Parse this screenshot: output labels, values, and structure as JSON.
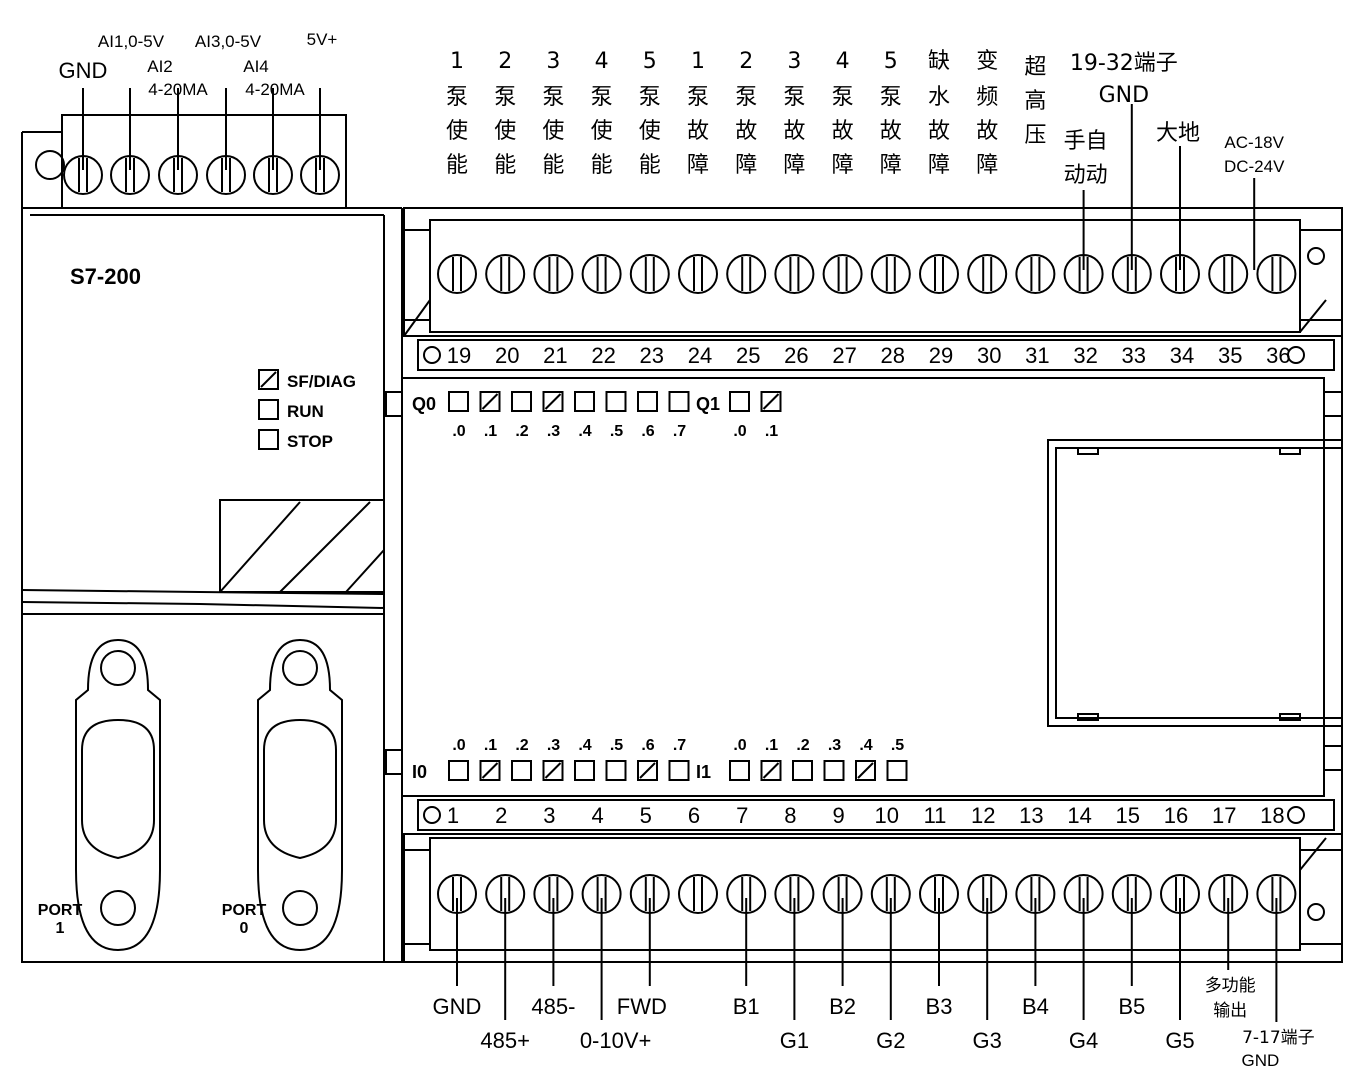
{
  "device": {
    "model": "S7-200",
    "status_leds": [
      "SF/DIAG",
      "RUN",
      "STOP"
    ],
    "ports": [
      "PORT\n1",
      "PORT\n0"
    ],
    "port_lines": [
      [
        "PORT",
        "1"
      ],
      [
        "PORT",
        "0"
      ]
    ]
  },
  "analog_block": {
    "labels": [
      "GND",
      "AI1,0-5V",
      "AI2",
      "4-20MA",
      "AI3,0-5V",
      "AI4",
      "4-20MA",
      "5V+"
    ]
  },
  "top_terminals": {
    "numbers": [
      "19",
      "20",
      "21",
      "22",
      "23",
      "24",
      "25",
      "26",
      "27",
      "28",
      "29",
      "30",
      "31",
      "32",
      "33",
      "34",
      "35",
      "36"
    ],
    "labels": [
      [
        "1",
        "泵",
        "使",
        "能"
      ],
      [
        "2",
        "泵",
        "使",
        "能"
      ],
      [
        "3",
        "泵",
        "使",
        "能"
      ],
      [
        "4",
        "泵",
        "使",
        "能"
      ],
      [
        "5",
        "泵",
        "使",
        "能"
      ],
      [
        "1",
        "泵",
        "故",
        "障"
      ],
      [
        "2",
        "泵",
        "故",
        "障"
      ],
      [
        "3",
        "泵",
        "故",
        "障"
      ],
      [
        "4",
        "泵",
        "故",
        "障"
      ],
      [
        "5",
        "泵",
        "故",
        "障"
      ],
      [
        "缺",
        "水",
        "故",
        "障"
      ],
      [
        "变",
        "频",
        "故",
        "障"
      ],
      [
        "超",
        "高",
        "压"
      ],
      [
        "手自",
        "动动"
      ],
      [
        "19-32端子",
        "GND"
      ],
      [
        "大地"
      ],
      [
        "AC-18V",
        "DC-24V"
      ],
      []
    ]
  },
  "output_leds": {
    "q0_label": "Q0",
    "q1_label": "Q1",
    "q0_bits": [
      ".0",
      ".1",
      ".2",
      ".3",
      ".4",
      ".5",
      ".6",
      ".7"
    ],
    "q1_bits": [
      ".0",
      ".1"
    ]
  },
  "input_leds": {
    "i0_label": "I0",
    "i1_label": "I1",
    "i0_bits": [
      ".0",
      ".1",
      ".2",
      ".3",
      ".4",
      ".5",
      ".6",
      ".7"
    ],
    "i1_bits": [
      ".0",
      ".1",
      ".2",
      ".3",
      ".4",
      ".5"
    ]
  },
  "bottom_terminals": {
    "numbers": [
      "1",
      "2",
      "3",
      "4",
      "5",
      "6",
      "7",
      "8",
      "9",
      "10",
      "11",
      "12",
      "13",
      "14",
      "15",
      "16",
      "17",
      "18"
    ],
    "labels": [
      "GND",
      "485+",
      "485-",
      "0-10V+",
      "FWD",
      "",
      "B1",
      "G1",
      "B2",
      "G2",
      "B3",
      "G3",
      "B4",
      "G4",
      "B5",
      "G5",
      "多功能\n输出",
      "7-17端子\nGND"
    ],
    "label_lines": [
      [
        "GND"
      ],
      [
        "485+"
      ],
      [
        "485-"
      ],
      [
        "0-10V+"
      ],
      [
        "FWD"
      ],
      [],
      [
        "B1"
      ],
      [
        "G1"
      ],
      [
        "B2"
      ],
      [
        "G2"
      ],
      [
        "B3"
      ],
      [
        "G3"
      ],
      [
        "B4"
      ],
      [
        "G4"
      ],
      [
        "B5"
      ],
      [
        "G5"
      ],
      [
        "多功能",
        "输出"
      ],
      [
        "7-17端子",
        "GND"
      ]
    ]
  }
}
